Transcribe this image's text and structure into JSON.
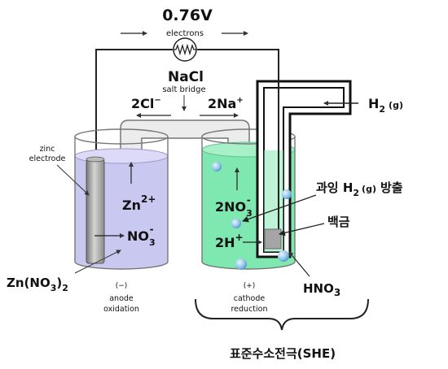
{
  "voltage": "0.76V",
  "electrons_label": "electrons",
  "salt_bridge": {
    "name": "NaCl",
    "caption": "salt bridge",
    "left_ion": "2Cl",
    "left_ion_charge": "−",
    "right_ion": "2Na",
    "right_ion_charge": "+"
  },
  "anode": {
    "electrode_label_line1": "zinc",
    "electrode_label_line2": "electrode",
    "ion_zn": "Zn",
    "ion_zn_charge": "2+",
    "ion_no3": "NO",
    "ion_no3_sub": "3",
    "ion_no3_charge": "-",
    "solution_label": "Zn(NO",
    "solution_label_sub1": "3",
    "solution_label_mid": ")",
    "solution_label_sub2": "2",
    "sign": "(−)",
    "caption_line1": "anode",
    "caption_line2": "oxidation",
    "solution_color": "#c9c8f0"
  },
  "cathode": {
    "ion_no3": "2NO",
    "ion_no3_sub": "3",
    "ion_no3_charge": "-",
    "ion_h": "2H",
    "ion_h_charge": "+",
    "sign": "(+)",
    "caption_line1": "cathode",
    "caption_line2": "reduction",
    "solution_color": "#7fe8b0"
  },
  "labels": {
    "h2_gas": "H",
    "h2_gas_sub": "2",
    "h2_gas_state": "(g)",
    "excess_h2_prefix": "과잉 H",
    "excess_h2_sub": "2",
    "excess_h2_state": "(g)",
    "excess_h2_suffix": "방출",
    "platinum": "백금",
    "hno3": "HNO",
    "hno3_sub": "3",
    "she": "표준수소전극(SHE)"
  }
}
